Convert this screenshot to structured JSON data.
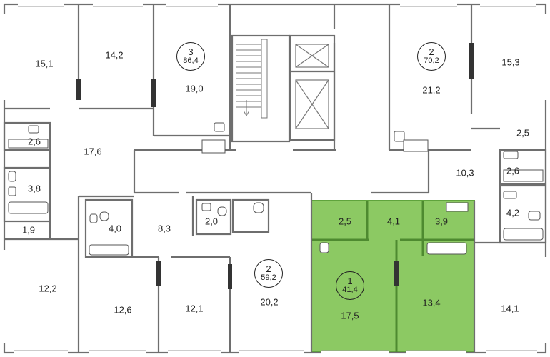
{
  "colors": {
    "wall": "#6e6e6e",
    "fixture": "#555555",
    "highlight_fill": "#8cc963",
    "highlight_stroke": "#5fa33c",
    "highlight_wall": "#4e8a30"
  },
  "apartments": [
    {
      "id": "apt-3",
      "number": "3",
      "area": "86,4"
    },
    {
      "id": "apt-2-right",
      "number": "2",
      "area": "70,2"
    },
    {
      "id": "apt-2-center",
      "number": "2",
      "area": "59,2"
    },
    {
      "id": "apt-1",
      "number": "1",
      "area": "41,4",
      "highlighted": true
    }
  ],
  "rooms": [
    "15,1",
    "14,2",
    "19,0",
    "21,2",
    "15,3",
    "2,6",
    "17,6",
    "3,8",
    "1,9",
    "2,5",
    "10,3",
    "2,6",
    "4,2",
    "4,0",
    "8,3",
    "2,0",
    "2,5",
    "4,1",
    "3,9",
    "12,2",
    "12,6",
    "12,1",
    "20,2",
    "17,5",
    "13,4",
    "14,1"
  ]
}
